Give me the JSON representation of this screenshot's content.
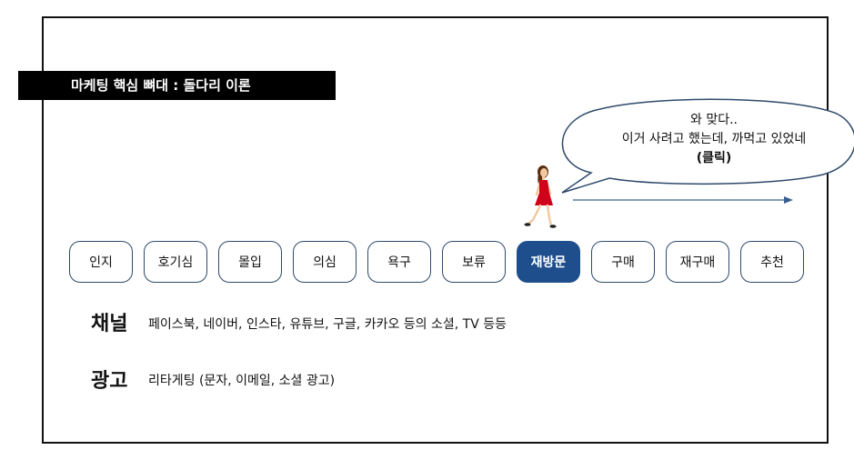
{
  "title": "마케팅 핵심 뼈대 : 돌다리 이론",
  "speech": {
    "line1": "와 맞다..",
    "line2": "이거 사려고 했는데, 까먹고 있었네",
    "line3": "(클릭)"
  },
  "stages": [
    {
      "label": "인지",
      "active": false
    },
    {
      "label": "호기심",
      "active": false
    },
    {
      "label": "몰입",
      "active": false
    },
    {
      "label": "의심",
      "active": false
    },
    {
      "label": "욕구",
      "active": false
    },
    {
      "label": "보류",
      "active": false
    },
    {
      "label": "재방문",
      "active": true
    },
    {
      "label": "구매",
      "active": false
    },
    {
      "label": "재구매",
      "active": false
    },
    {
      "label": "추천",
      "active": false
    }
  ],
  "channel": {
    "label": "채널",
    "text": "페이스북, 네이버, 인스타, 유튜브, 구글, 카카오 등의 소셜, TV 등등"
  },
  "ads": {
    "label": "광고",
    "text": "리타게팅 (문자, 이메일, 소셜 광고)"
  },
  "colors": {
    "active_stage": "#1f4e8c",
    "stage_border": "#2e4a6b",
    "arrow": "#3a5f8f",
    "figure_dress": "#d0021b"
  }
}
